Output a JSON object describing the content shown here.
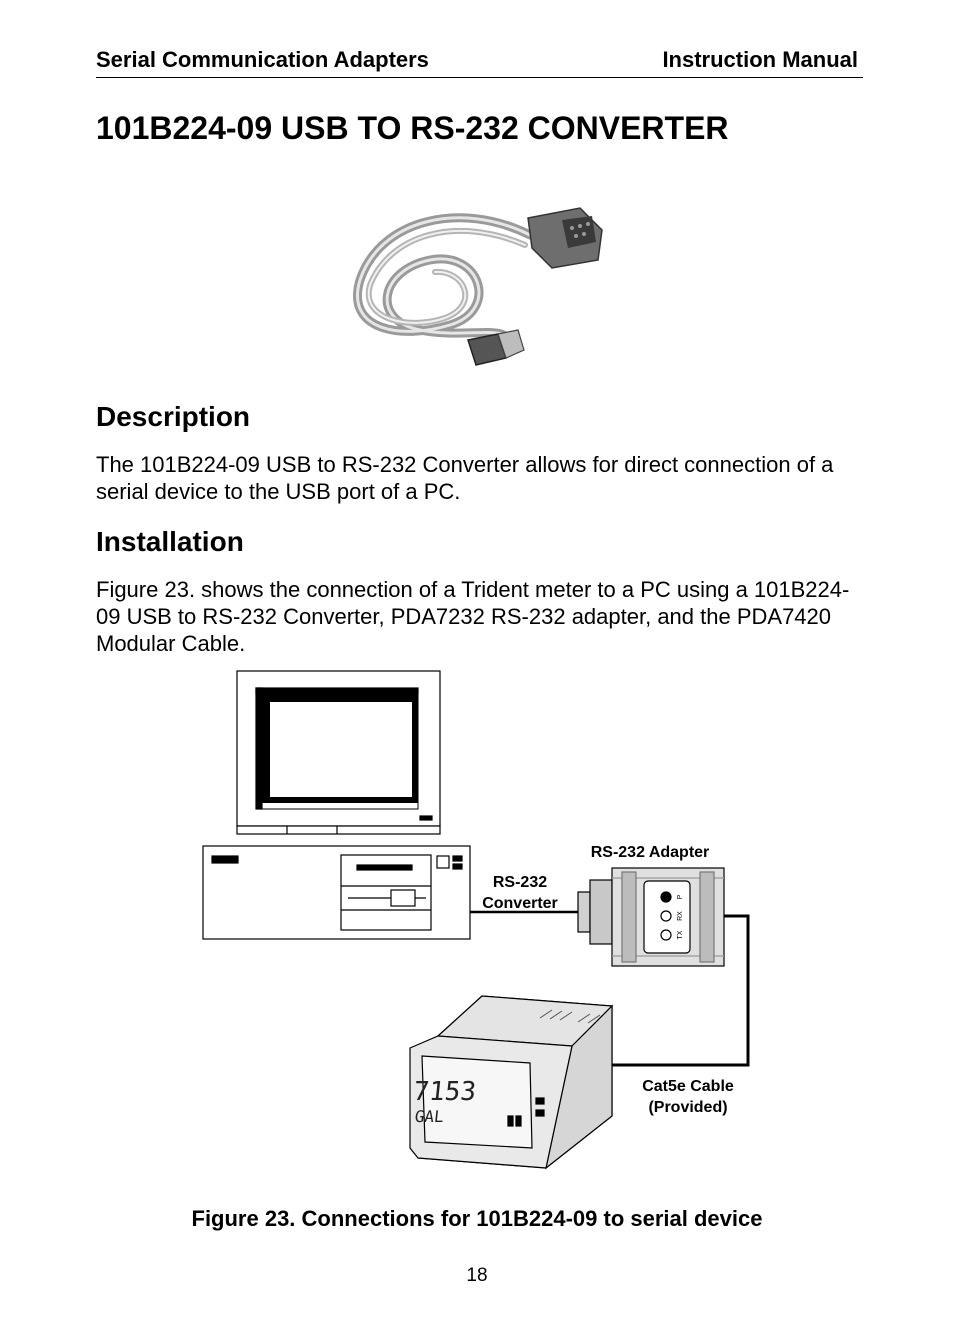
{
  "header": {
    "left": "Serial Communication Adapters",
    "right": "Instruction Manual"
  },
  "title": "101B224-09 USB TO RS-232 CONVERTER",
  "description": {
    "heading": "Description",
    "text": "The 101B224-09 USB to RS-232 Converter allows for direct connection of a serial device to the USB port of a PC."
  },
  "installation": {
    "heading": "Installation",
    "text": "Figure 23. shows the connection of a Trident meter to a PC using a 101B224-09 USB to RS-232 Converter, PDA7232 RS-232 adapter, and the PDA7420 Modular Cable."
  },
  "figure": {
    "labels": {
      "adapter": "RS-232 Adapter",
      "converter_line1": "RS-232",
      "converter_line2": "Converter",
      "cable_line1": "Cat5e Cable",
      "cable_line2": "(Provided)",
      "led_p": "P",
      "led_rx": "RX",
      "led_tx": "TX",
      "display_value": "7153",
      "display_unit": "GAL"
    },
    "caption": "Figure 23. Connections for 101B224-09 to serial device"
  },
  "page_number": "18"
}
